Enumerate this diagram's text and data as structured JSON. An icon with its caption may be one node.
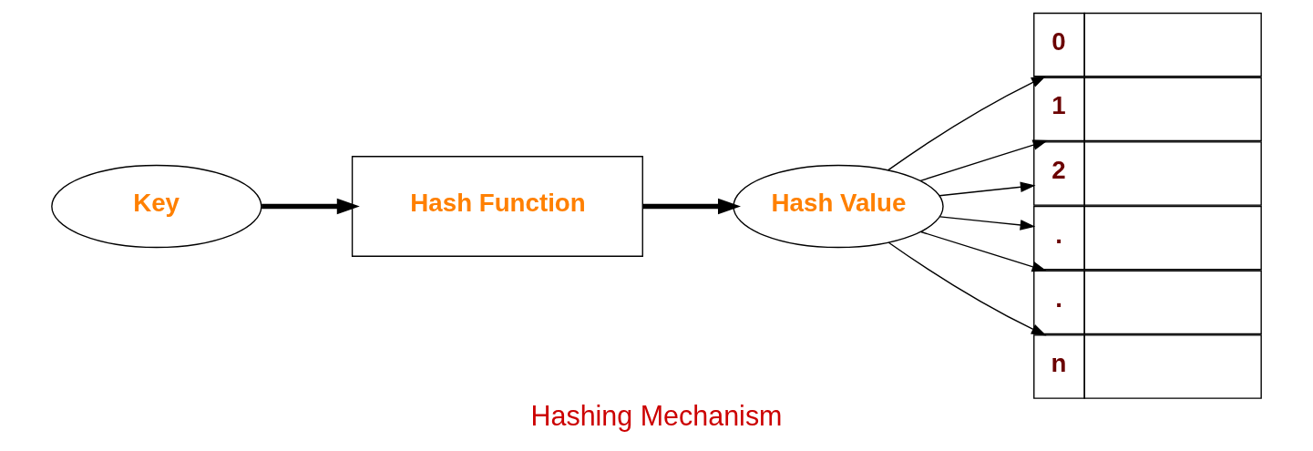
{
  "diagram": {
    "caption": "Hashing Mechanism",
    "nodes": [
      {
        "text": [
          "Key"
        ]
      },
      {
        "text": [
          "Hash Function"
        ]
      },
      {
        "text": [
          "Hash Value"
        ]
      },
      {
        "text": [
          "0"
        ]
      },
      {
        "text": [
          "1"
        ]
      },
      {
        "text": [
          "2"
        ]
      },
      {
        "text": [
          "."
        ]
      },
      {
        "text": [
          "."
        ]
      },
      {
        "text": [
          "n"
        ]
      }
    ],
    "edges": [
      {
        "from": 0,
        "to": 1,
        "arrow": "to",
        "style": "thick"
      },
      {
        "from": 1,
        "to": 2,
        "arrow": "to",
        "style": "thick"
      },
      {
        "from": 2,
        "to": 3,
        "arrow": "to"
      },
      {
        "from": 2,
        "to": 4,
        "arrow": "to"
      },
      {
        "from": 2,
        "to": 5,
        "arrow": "to"
      },
      {
        "from": 2,
        "to": 6,
        "arrow": "to"
      },
      {
        "from": 2,
        "to": 7,
        "arrow": "to"
      },
      {
        "from": 2,
        "to": 8,
        "arrow": "to"
      }
    ]
  }
}
